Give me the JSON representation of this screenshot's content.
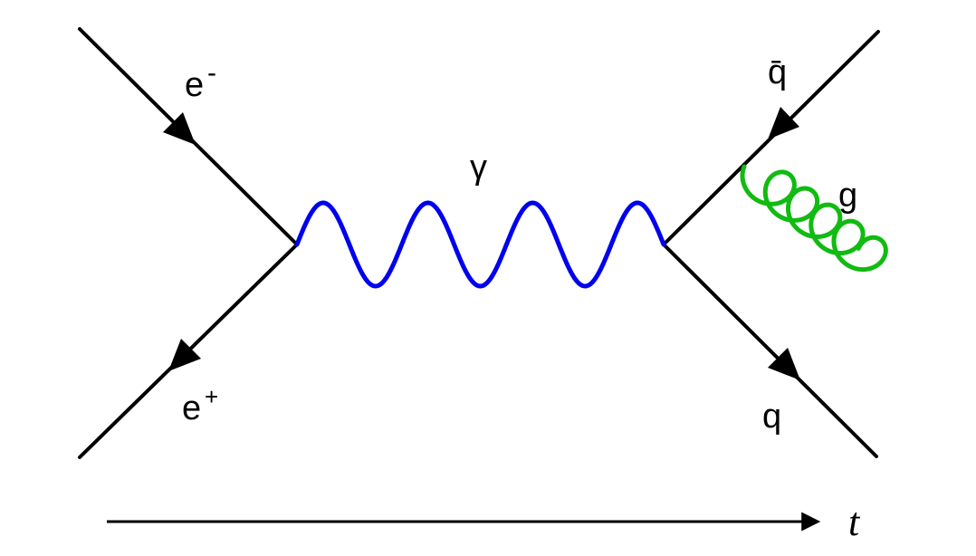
{
  "labels": {
    "electron": "e",
    "electron_charge": "-",
    "positron": "e",
    "positron_charge": "+",
    "photon": "γ",
    "antiquark": "q̄",
    "quark": "q",
    "gluon": "g",
    "time_axis": "t"
  },
  "colors": {
    "fermion_line": "#000000",
    "photon": "#0000ee",
    "gluon": "#11bb11",
    "time_arrow": "#000000"
  }
}
